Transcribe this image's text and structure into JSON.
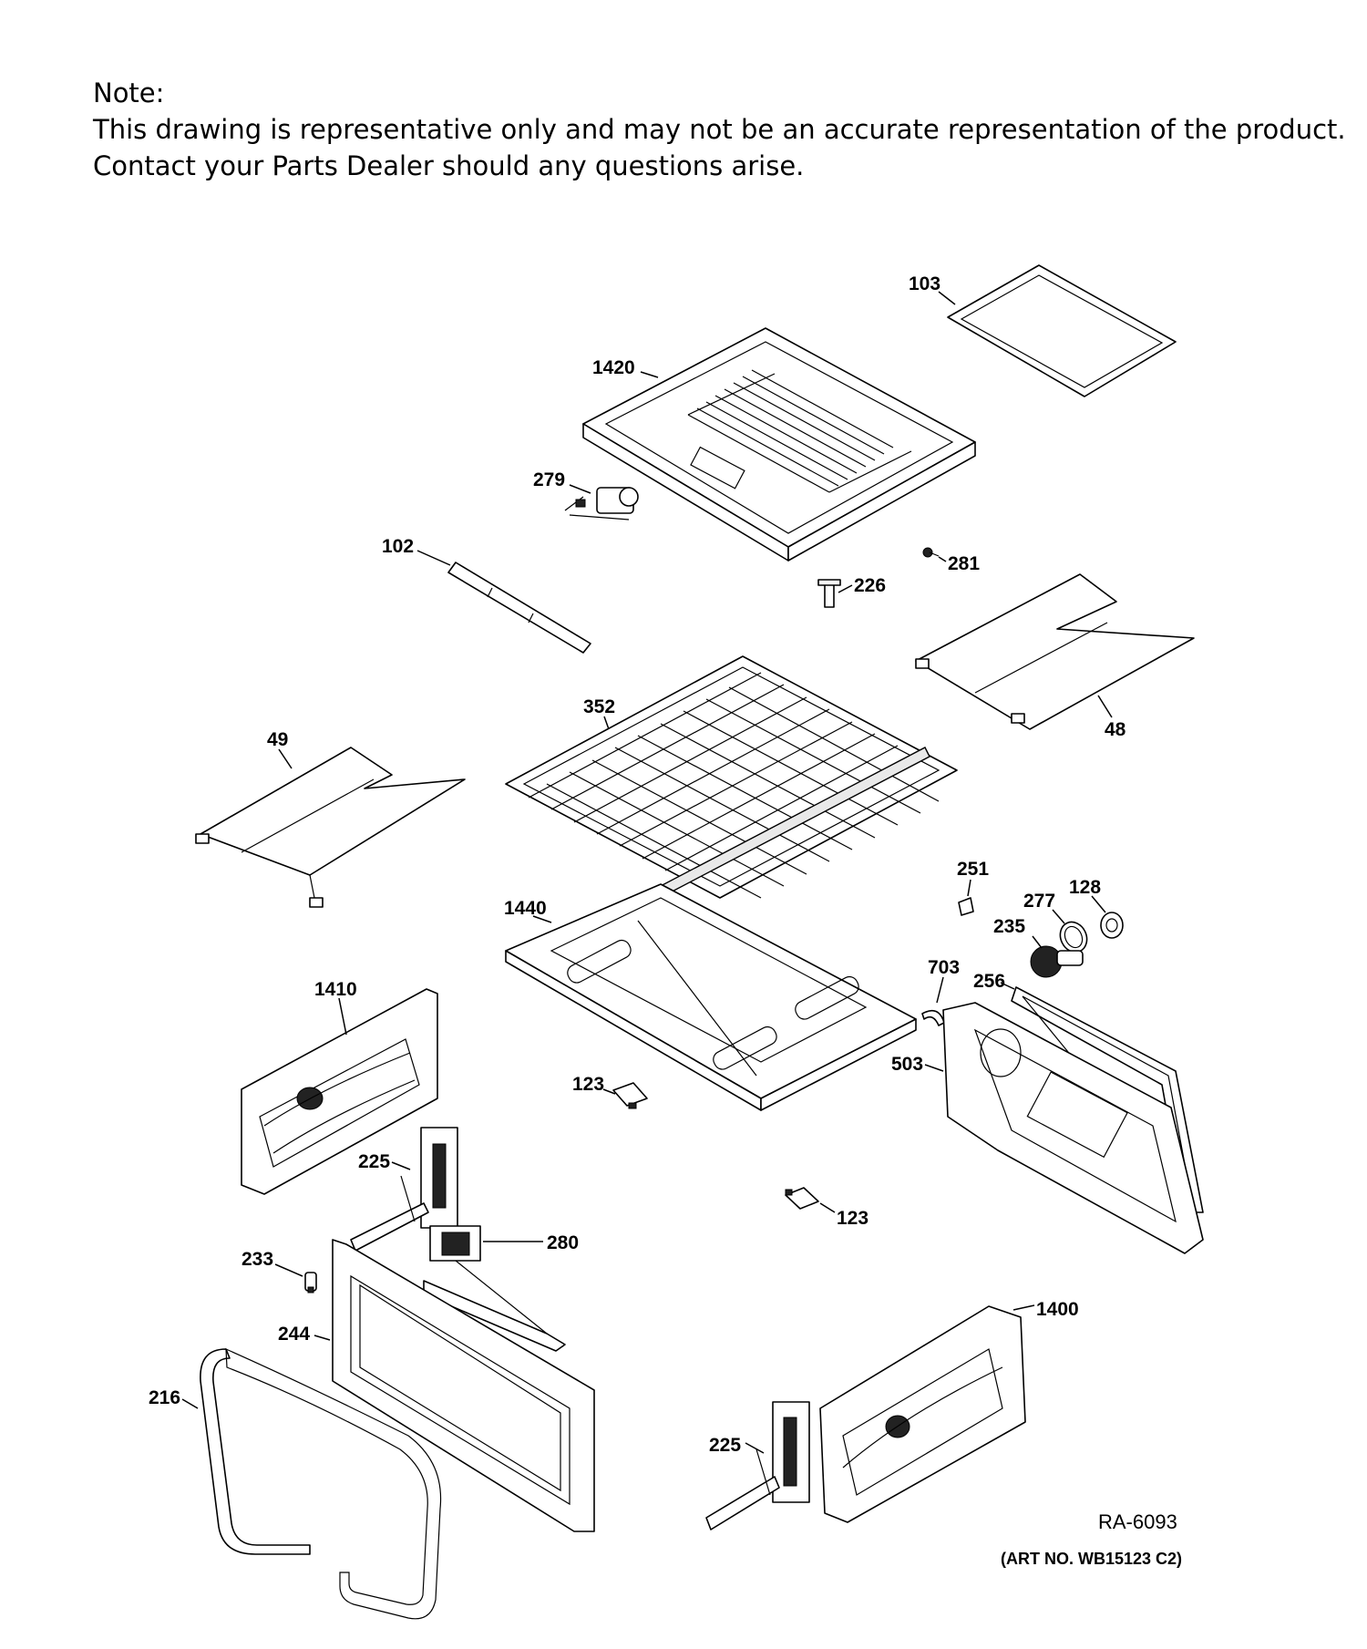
{
  "note": {
    "heading": "Note:",
    "line1": "This drawing is representative only and may not be an accurate representation of the product.",
    "line2": "Contact your Parts Dealer should any questions arise."
  },
  "callouts": {
    "p103": "103",
    "p1420": "1420",
    "p279": "279",
    "p102": "102",
    "p281": "281",
    "p226": "226",
    "p48": "48",
    "p352": "352",
    "p49": "49",
    "p251": "251",
    "p128": "128",
    "p277": "277",
    "p235": "235",
    "p1440": "1440",
    "p703": "703",
    "p256": "256",
    "p1410": "1410",
    "p503": "503",
    "p123a": "123",
    "p123b": "123",
    "p225a": "225",
    "p280": "280",
    "p233": "233",
    "p244": "244",
    "p1400": "1400",
    "p216": "216",
    "p225b": "225"
  },
  "footer": {
    "ref_code": "RA-6093",
    "art_no": "(ART NO. WB15123 C2)"
  }
}
